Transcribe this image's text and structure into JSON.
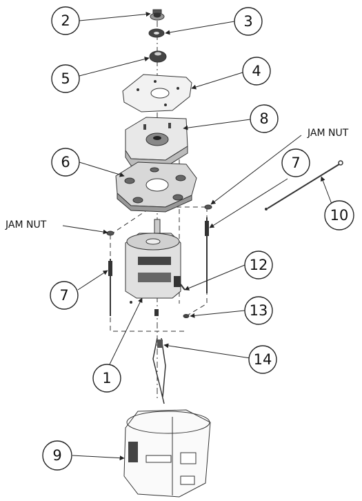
{
  "callouts": {
    "c1": "1",
    "c2": "2",
    "c3": "3",
    "c4": "4",
    "c5": "5",
    "c6": "6",
    "c7a": "7",
    "c7b": "7",
    "c8": "8",
    "c9": "9",
    "c10": "10",
    "c12": "12",
    "c13": "13",
    "c14": "14"
  },
  "labels": {
    "jam_nut_right": "JAM NUT",
    "jam_nut_left": "JAM NUT"
  }
}
